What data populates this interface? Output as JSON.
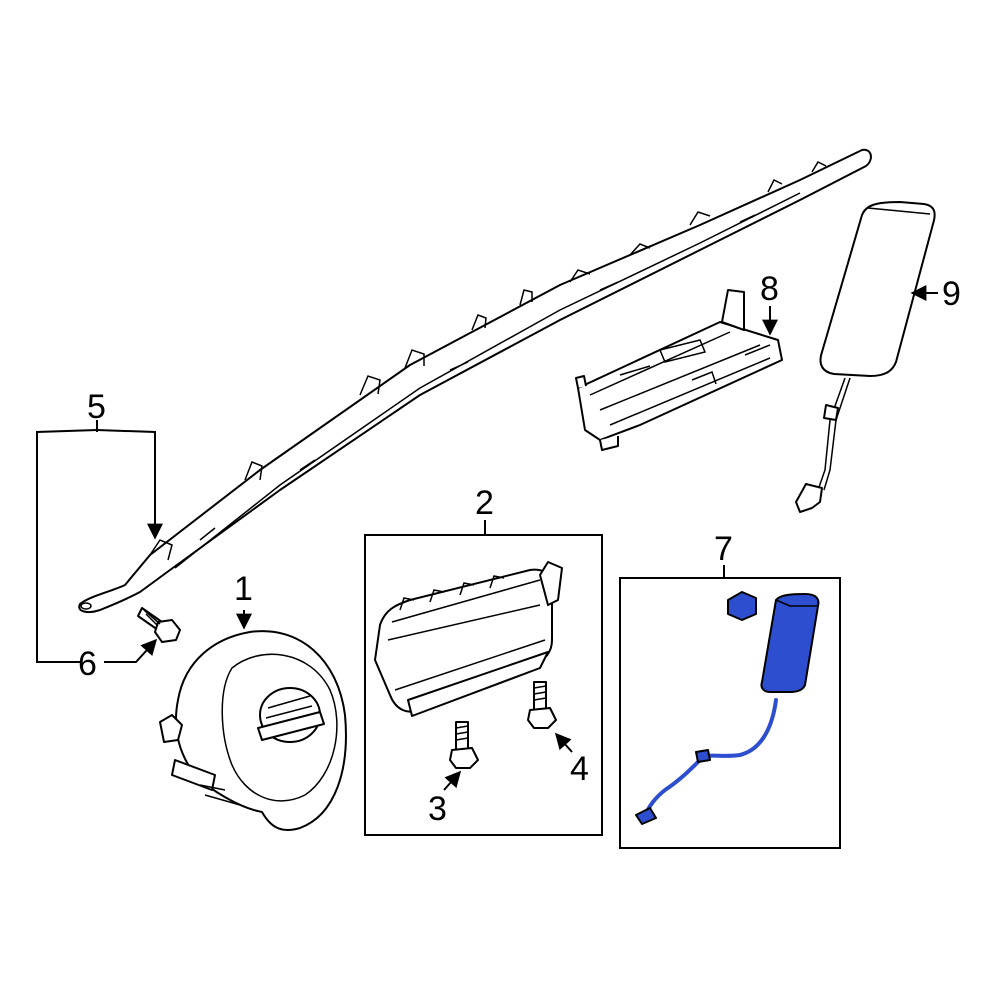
{
  "callouts": {
    "c1": "1",
    "c2": "2",
    "c3": "3",
    "c4": "4",
    "c5": "5",
    "c6": "6",
    "c7": "7",
    "c8": "8",
    "c9": "9"
  },
  "colors": {
    "highlight": "#2d4fcf",
    "stroke": "#000000",
    "background": "#ffffff"
  }
}
